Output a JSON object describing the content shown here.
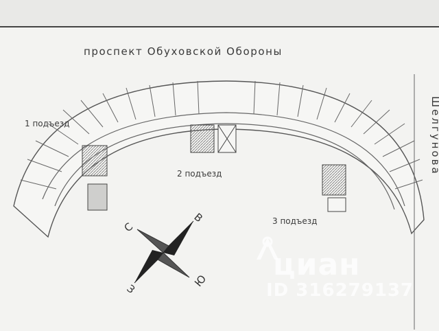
{
  "plan": {
    "street_top": "проспект Обуховской Обороны",
    "street_side": "Шелгунова",
    "entrances": [
      "1 подъезд",
      "2 подъезд",
      "3 подъезд"
    ]
  },
  "compass": {
    "north": "С",
    "east": "В",
    "south": "Ю",
    "west": "З"
  },
  "watermark": {
    "brand": "циан",
    "listing_id": "ID 316279137"
  },
  "colors": {
    "paper": "#f3f3f1",
    "ink": "#3a3a3a",
    "watermark": "#ffffff"
  }
}
